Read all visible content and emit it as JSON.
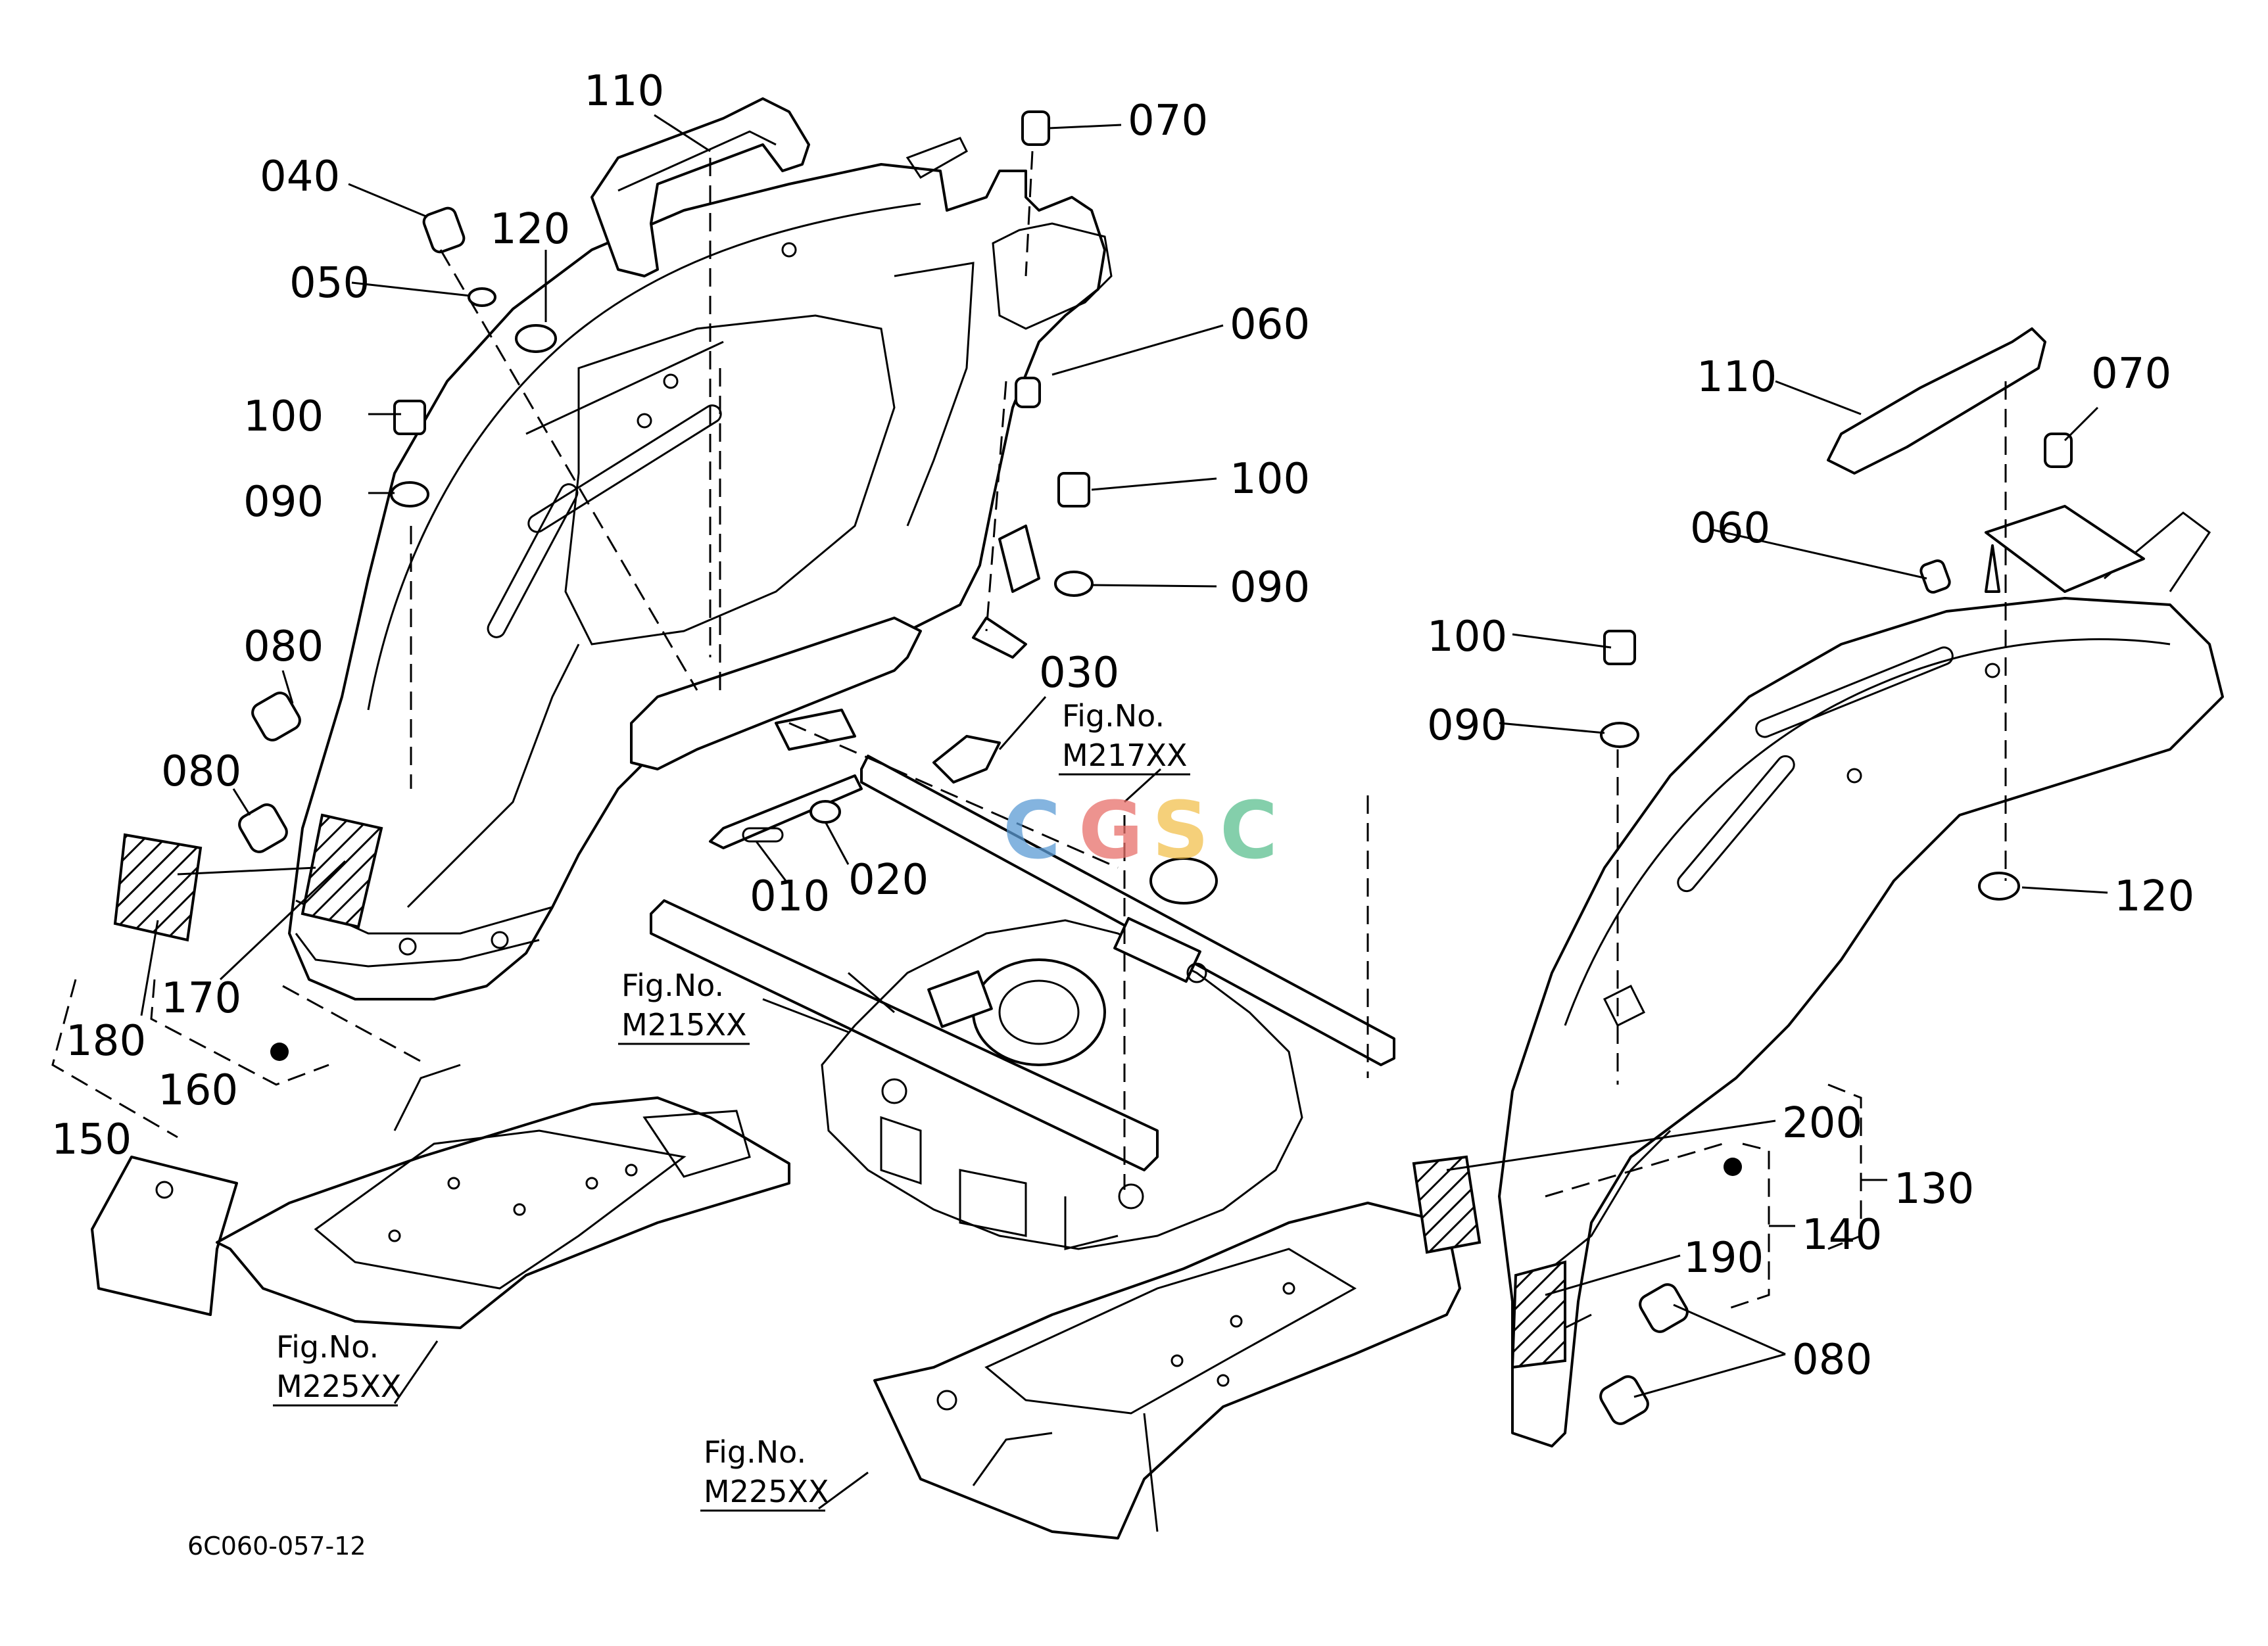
{
  "callouts": [
    {
      "id": "c110a",
      "text": "110"
    },
    {
      "id": "c070a",
      "text": "070"
    },
    {
      "id": "c040",
      "text": "040"
    },
    {
      "id": "c120a",
      "text": "120"
    },
    {
      "id": "c050",
      "text": "050"
    },
    {
      "id": "c060a",
      "text": "060"
    },
    {
      "id": "c100a",
      "text": "100"
    },
    {
      "id": "c090a",
      "text": "090"
    },
    {
      "id": "c100b",
      "text": "100"
    },
    {
      "id": "c090b",
      "text": "090"
    },
    {
      "id": "c080a",
      "text": "080"
    },
    {
      "id": "c080b",
      "text": "080"
    },
    {
      "id": "c030",
      "text": "030"
    },
    {
      "id": "c010",
      "text": "010"
    },
    {
      "id": "c020",
      "text": "020"
    },
    {
      "id": "c170",
      "text": "170"
    },
    {
      "id": "c180",
      "text": "180"
    },
    {
      "id": "c160",
      "text": "160"
    },
    {
      "id": "c150",
      "text": "150"
    },
    {
      "id": "c110b",
      "text": "110"
    },
    {
      "id": "c070b",
      "text": "070"
    },
    {
      "id": "c060b",
      "text": "060"
    },
    {
      "id": "c100c",
      "text": "100"
    },
    {
      "id": "c090c",
      "text": "090"
    },
    {
      "id": "c120b",
      "text": "120"
    },
    {
      "id": "c200",
      "text": "200"
    },
    {
      "id": "c130",
      "text": "130"
    },
    {
      "id": "c140",
      "text": "140"
    },
    {
      "id": "c190",
      "text": "190"
    },
    {
      "id": "c080c",
      "text": "080"
    }
  ],
  "figure_refs": [
    {
      "caption": "Fig.No.",
      "code": "M217XX"
    },
    {
      "caption": "Fig.No.",
      "code": "M215XX"
    },
    {
      "caption": "Fig.No.",
      "code": "M225XX"
    },
    {
      "caption": "Fig.No.",
      "code": "M225XX"
    }
  ],
  "drawing_code": "6C060-057-12",
  "watermark": {
    "letters": [
      "C",
      "G",
      "S",
      "C"
    ],
    "colors": [
      "#5b9bd5",
      "#e8706a",
      "#f2c14e",
      "#5cc08f"
    ]
  }
}
